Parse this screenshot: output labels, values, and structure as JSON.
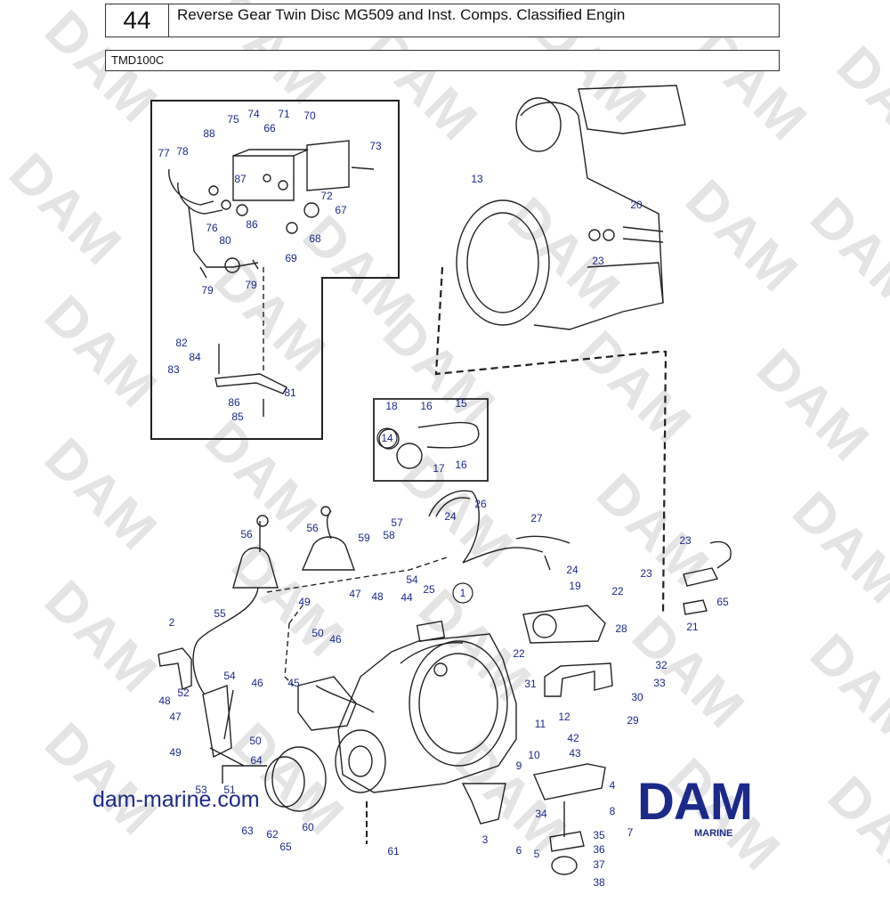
{
  "header": {
    "page_number": "44",
    "title": "Reverse Gear      Twin  Disc MG509 and Inst. Comps.  Classified Engin",
    "model": "TMD100C"
  },
  "watermark": {
    "text": "DAM"
  },
  "footer": {
    "website": "dam-marine.com",
    "logo_text": "DAM",
    "logo_subtext": "MARINE"
  },
  "colors": {
    "label": "#1b2a8a",
    "line": "#222222",
    "watermark": "#e4e4e4"
  },
  "labels": [
    {
      "id": "75",
      "text": "75"
    },
    {
      "id": "74",
      "text": "74"
    },
    {
      "id": "71",
      "text": "71"
    },
    {
      "id": "70",
      "text": "70"
    },
    {
      "id": "88",
      "text": "88"
    },
    {
      "id": "66",
      "text": "66"
    },
    {
      "id": "73",
      "text": "73"
    },
    {
      "id": "77",
      "text": "77"
    },
    {
      "id": "78",
      "text": "78"
    },
    {
      "id": "87",
      "text": "87"
    },
    {
      "id": "72",
      "text": "72"
    },
    {
      "id": "67",
      "text": "67"
    },
    {
      "id": "76",
      "text": "76"
    },
    {
      "id": "86a",
      "text": "86"
    },
    {
      "id": "68",
      "text": "68"
    },
    {
      "id": "80",
      "text": "80"
    },
    {
      "id": "69",
      "text": "69"
    },
    {
      "id": "79a",
      "text": "79"
    },
    {
      "id": "79b",
      "text": "79"
    },
    {
      "id": "82",
      "text": "82"
    },
    {
      "id": "84",
      "text": "84"
    },
    {
      "id": "83",
      "text": "83"
    },
    {
      "id": "81",
      "text": "81"
    },
    {
      "id": "86b",
      "text": "86"
    },
    {
      "id": "85",
      "text": "85"
    },
    {
      "id": "13",
      "text": "13"
    },
    {
      "id": "20",
      "text": "20"
    },
    {
      "id": "23a",
      "text": "23"
    },
    {
      "id": "18",
      "text": "18"
    },
    {
      "id": "16a",
      "text": "16"
    },
    {
      "id": "15",
      "text": "15"
    },
    {
      "id": "14",
      "text": "14"
    },
    {
      "id": "17",
      "text": "17"
    },
    {
      "id": "16b",
      "text": "16"
    },
    {
      "id": "26",
      "text": "26"
    },
    {
      "id": "24a",
      "text": "24"
    },
    {
      "id": "27",
      "text": "27"
    },
    {
      "id": "57",
      "text": "57"
    },
    {
      "id": "56a",
      "text": "56"
    },
    {
      "id": "56b",
      "text": "56"
    },
    {
      "id": "59",
      "text": "59"
    },
    {
      "id": "58",
      "text": "58"
    },
    {
      "id": "23b",
      "text": "23"
    },
    {
      "id": "24b",
      "text": "24"
    },
    {
      "id": "54a",
      "text": "54"
    },
    {
      "id": "25",
      "text": "25"
    },
    {
      "id": "1",
      "text": "1"
    },
    {
      "id": "19",
      "text": "19"
    },
    {
      "id": "23c",
      "text": "23"
    },
    {
      "id": "22a",
      "text": "22"
    },
    {
      "id": "65a",
      "text": "65"
    },
    {
      "id": "49a",
      "text": "49"
    },
    {
      "id": "47a",
      "text": "47"
    },
    {
      "id": "48a",
      "text": "48"
    },
    {
      "id": "44",
      "text": "44"
    },
    {
      "id": "55",
      "text": "55"
    },
    {
      "id": "2",
      "text": "2"
    },
    {
      "id": "28",
      "text": "28"
    },
    {
      "id": "21",
      "text": "21"
    },
    {
      "id": "50a",
      "text": "50"
    },
    {
      "id": "46a",
      "text": "46"
    },
    {
      "id": "22b",
      "text": "22"
    },
    {
      "id": "32",
      "text": "32"
    },
    {
      "id": "33",
      "text": "33"
    },
    {
      "id": "45",
      "text": "45"
    },
    {
      "id": "54b",
      "text": "54"
    },
    {
      "id": "46b",
      "text": "46"
    },
    {
      "id": "31",
      "text": "31"
    },
    {
      "id": "30",
      "text": "30"
    },
    {
      "id": "48b",
      "text": "48"
    },
    {
      "id": "52",
      "text": "52"
    },
    {
      "id": "47b",
      "text": "47"
    },
    {
      "id": "29",
      "text": "29"
    },
    {
      "id": "12",
      "text": "12"
    },
    {
      "id": "11",
      "text": "11"
    },
    {
      "id": "50b",
      "text": "50"
    },
    {
      "id": "49b",
      "text": "49"
    },
    {
      "id": "42",
      "text": "42"
    },
    {
      "id": "43",
      "text": "43"
    },
    {
      "id": "10",
      "text": "10"
    },
    {
      "id": "9",
      "text": "9"
    },
    {
      "id": "64",
      "text": "64"
    },
    {
      "id": "53",
      "text": "53"
    },
    {
      "id": "51",
      "text": "51"
    },
    {
      "id": "4",
      "text": "4"
    },
    {
      "id": "34",
      "text": "34"
    },
    {
      "id": "8",
      "text": "8"
    },
    {
      "id": "7",
      "text": "7"
    },
    {
      "id": "63",
      "text": "63"
    },
    {
      "id": "62",
      "text": "62"
    },
    {
      "id": "60",
      "text": "60"
    },
    {
      "id": "65b",
      "text": "65"
    },
    {
      "id": "3",
      "text": "3"
    },
    {
      "id": "35",
      "text": "35"
    },
    {
      "id": "36",
      "text": "36"
    },
    {
      "id": "6",
      "text": "6"
    },
    {
      "id": "5",
      "text": "5"
    },
    {
      "id": "37",
      "text": "37"
    },
    {
      "id": "61",
      "text": "61"
    },
    {
      "id": "38",
      "text": "38"
    }
  ]
}
